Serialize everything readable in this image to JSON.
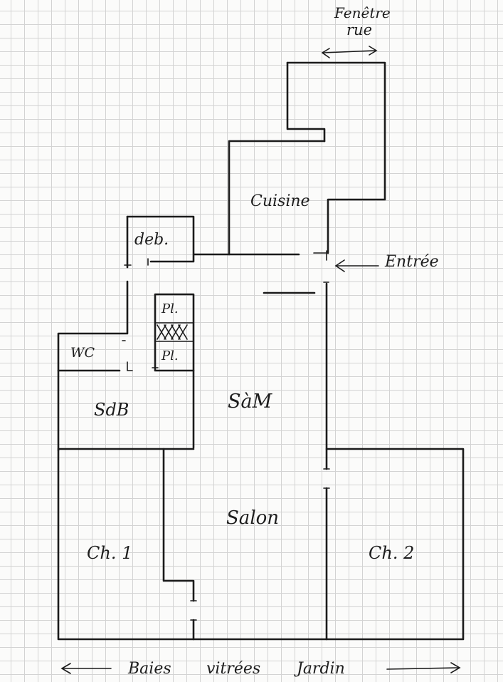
{
  "labels": {
    "window": [
      "Fenêtre",
      "rue"
    ],
    "kitchen": "Cuisine",
    "debarras": "deb.",
    "entrance": "Entrée",
    "closet_top": "Pl.",
    "closet_bottom": "Pl.",
    "wc": "WC",
    "bathroom": "SdB",
    "dining": "SàM",
    "living": "Salon",
    "bedroom1": "Ch. 1",
    "bedroom2": "Ch. 2",
    "bottom_caption": [
      "Baies",
      "vitrées",
      "Jardin"
    ]
  },
  "colors": {
    "ink": "#1b1b1b",
    "grid": "#d3d3d3",
    "paper": "#fbfbfa"
  }
}
